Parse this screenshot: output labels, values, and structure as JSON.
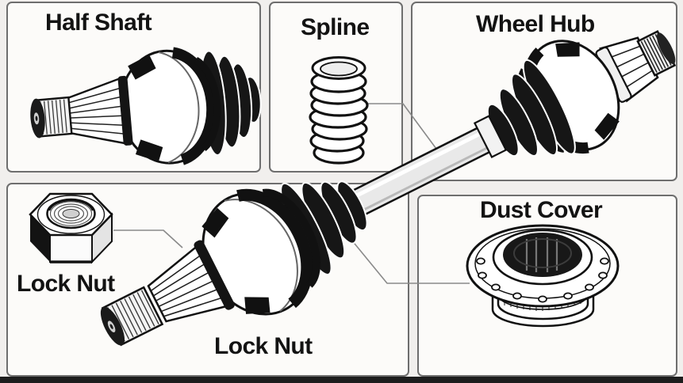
{
  "figure": {
    "type": "labeled-parts-diagram",
    "subject": "CV axle half shaft assembly line drawing"
  },
  "callouts": {
    "half_shaft": "Half Shaft",
    "spline": "Spline",
    "wheel_hub": "Wheel Hub",
    "lock_nut_upper": "Lock Nut",
    "lock_nut_lower": "Lock Nut",
    "dust_cover": "Dust Cover"
  },
  "panels": [
    {
      "id": "half-shaft",
      "label": "Half Shaft"
    },
    {
      "id": "spline",
      "label": "Spline"
    },
    {
      "id": "wheel-hub",
      "label": "Wheel Hub"
    },
    {
      "id": "lock-nut",
      "label": "Lock Nut"
    },
    {
      "id": "dust-cover",
      "label": "Dust Cover"
    }
  ],
  "colors": {
    "line_art": "#111111",
    "panel_border": "#6e6e6e",
    "panel_fill": "#fcfbf9",
    "background": "#f1efed",
    "leader_line": "#8a8a8a",
    "bottom_bar": "#1d1d1d"
  }
}
